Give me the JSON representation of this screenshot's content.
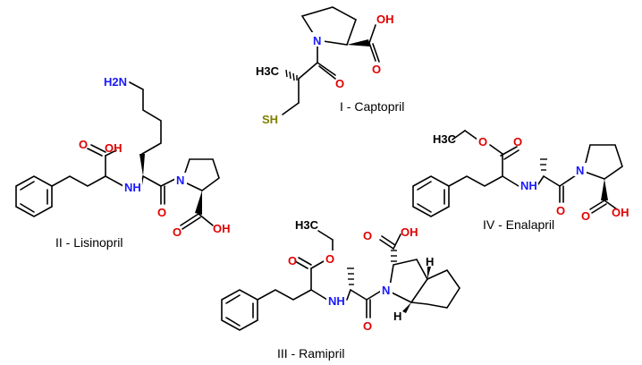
{
  "colors": {
    "bond": "#000000",
    "N": "#1a1aff",
    "O": "#e00000",
    "S": "#808000",
    "C": "#000000"
  },
  "captopril": {
    "name": "I - Captopril",
    "OH": "OH",
    "O": "O",
    "N": "N",
    "CH3": "H3C",
    "SH": "SH"
  },
  "lisinopril": {
    "name": "II - Lisinopril",
    "NH2": "H2N",
    "OH1": "OH",
    "O1": "O",
    "NH": "NH",
    "N": "N",
    "O2": "O",
    "O3": "O",
    "OH2": "OH"
  },
  "ramipril": {
    "name": "III - Ramipril",
    "CH3": "H3C",
    "O1": "O",
    "O2": "O",
    "OH": "OH",
    "O3": "O",
    "NH": "NH",
    "N": "N",
    "O4": "O",
    "H1": "H",
    "H2": "H"
  },
  "enalapril": {
    "name": "IV - Enalapril",
    "CH3": "H3C",
    "O1": "O",
    "O2": "O",
    "NH": "NH",
    "N": "N",
    "O3": "O",
    "O4": "O",
    "OH": "OH"
  }
}
